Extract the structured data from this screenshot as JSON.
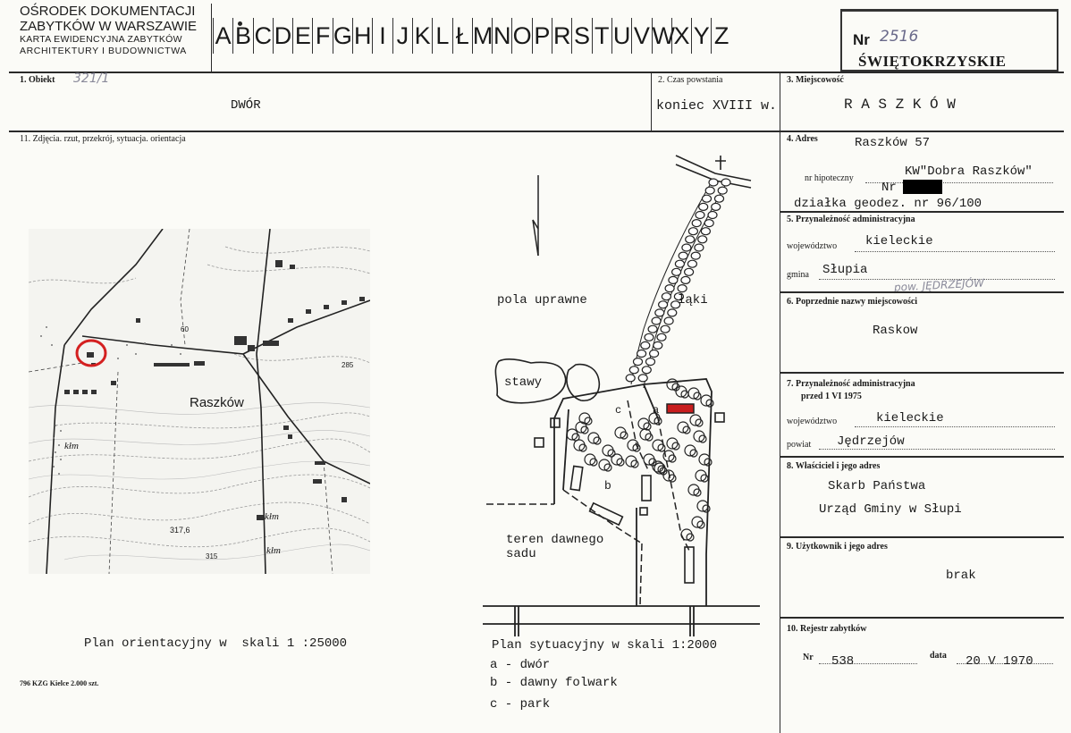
{
  "header": {
    "org_line1": "OŚRODEK DOKUMENTACJI",
    "org_line2": "ZABYTKÓW W WARSZAWIE",
    "card_line1": "KARTA EWIDENCYJNA ZABYTKÓW",
    "card_line2": "ARCHITEKTURY I BUDOWNICTWA",
    "letters": [
      "A",
      "B",
      "C",
      "D",
      "E",
      "F",
      "G",
      "H",
      "I",
      "J",
      "K",
      "L",
      "Ł",
      "M",
      "N",
      "O",
      "P",
      "R",
      "S",
      "T",
      "U",
      "V",
      "W",
      "X",
      "Y",
      "Z"
    ],
    "nr_label": "Nr",
    "nr_value": "2516",
    "region": "ŚWIĘTOKRZYSKIE"
  },
  "row1": {
    "obiekt_label": "1. Obiekt",
    "obiekt_hand": "321/1",
    "obiekt_value": "DWÓR",
    "czas_label": "2. Czas powstania",
    "czas_value": "koniec XVIII w.",
    "miejsc_label": "3. Miejscowość",
    "miejsc_value": "R A S Z K Ó W"
  },
  "section11_label": "11. Zdjęcia. rzut, przekrój, sytuacja. orientacja",
  "map": {
    "town": "Raszków",
    "klm1": "kłm",
    "klm2": "kłm",
    "klm3": "kłm",
    "elev1": "317,6",
    "elev2": "60",
    "elev3": "285",
    "elev4": "315",
    "caption": "Plan orientacyjny w  skali 1 :25000"
  },
  "site": {
    "fields": "pola uprawne",
    "meadows": "łąki",
    "ponds": "stawy",
    "letter_a": "a",
    "letter_b": "b",
    "letter_c": "c",
    "orchard1": "teren dawnego",
    "orchard2": "sadu",
    "caption": "Plan sytuacyjny w skali 1:2000",
    "legend_a": "a - dwór",
    "legend_b": "b - dawny folwark",
    "legend_c": "c - park"
  },
  "footer_print": "796 KZG Kielce 2.000 szt.",
  "right": {
    "adres_label": "4. Adres",
    "adres_value": "Raszków 57",
    "hip_label": "nr hipoteczny",
    "kw_value": "KW\"Dobra Raszków\"",
    "kw_nr": "Nr",
    "dzialka": "działka geodez. nr 96/100",
    "przyn_label": "5. Przynależność administracyjna",
    "woj_label": "województwo",
    "woj_value": "kieleckie",
    "gmina_label": "gmina",
    "gmina_value": "Słupia",
    "pow_hand": "pow. JĘDRZEJÓW",
    "poprz_label": "6. Poprzednie nazwy miejscowości",
    "poprz_value": "Raskow",
    "przyn75_label": "7. Przynależność administracyjna",
    "przyn75_sub": "przed 1 VI 1975",
    "woj75_label": "województwo",
    "woj75_value": "kieleckie",
    "powiat_label": "powiat",
    "powiat_value": "Jędrzejów",
    "wlasc_label": "8. Właściciel i jego adres",
    "wlasc_line1": "Skarb Państwa",
    "wlasc_line2": "Urząd Gminy w Słupi",
    "uzytk_label": "9. Użytkownik i jego adres",
    "uzytk_value": "brak",
    "rejestr_label": "10. Rejestr zabytków",
    "rej_nr_label": "Nr",
    "rej_nr_value": "538",
    "rej_data_label": "data",
    "rej_data_value": "20 V 1970"
  },
  "colors": {
    "highlight": "#d42020",
    "ink": "#1a1a1a",
    "paper": "#fbfbf7"
  }
}
